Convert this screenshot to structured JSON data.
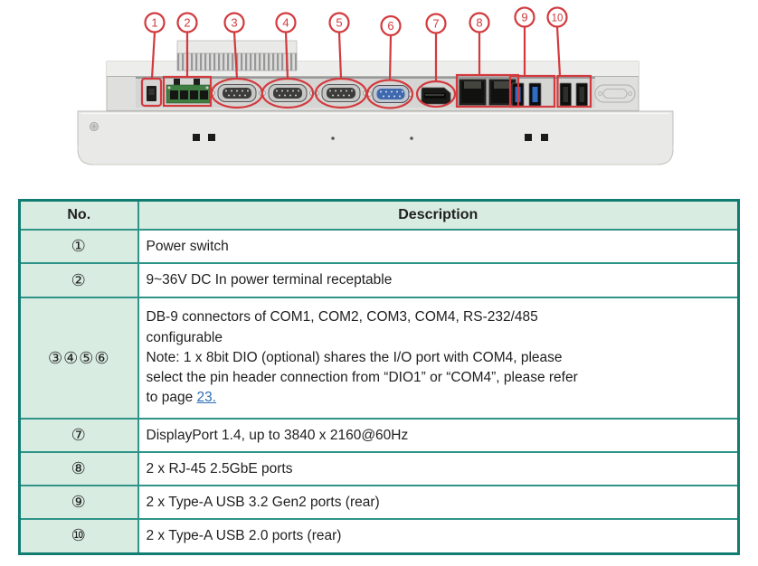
{
  "colors": {
    "annotation_red": "#d23a3e",
    "table_border_inner": "#2f9488",
    "table_border_outer": "#117c70",
    "cell_green": "#d9ece2",
    "link_blue": "#2e6db4",
    "usb3_blue": "#2f6cc4",
    "terminal_green": "#3f7d42",
    "com_blue": "#3f68ae"
  },
  "diagram": {
    "description": "rear I/O panel of industrial panel PC with numbered callouts",
    "callouts": [
      "1",
      "2",
      "3",
      "4",
      "5",
      "6",
      "7",
      "8",
      "9",
      "10"
    ],
    "port_icons": [
      "power-switch-icon",
      "dc-terminal-block-icon",
      "db9-com1-icon",
      "db9-com2-icon",
      "db9-com3-icon",
      "db9-com4-blue-icon",
      "displayport-icon",
      "rj45-lan-icon",
      "usb3-ports-icon",
      "usb2-ports-icon",
      "blank-dsub-cutout-icon"
    ]
  },
  "table": {
    "header": {
      "no": "No.",
      "description": "Description"
    },
    "rows": [
      {
        "no": "①",
        "desc": "Power switch"
      },
      {
        "no": "②",
        "desc": "9~36V DC In power terminal receptable"
      },
      {
        "no": "③④⑤⑥",
        "lines": [
          "DB-9 connectors of COM1, COM2, COM3, COM4, RS-232/485",
          "configurable",
          "Note: 1 x 8bit DIO (optional) shares the I/O port with COM4, please",
          "select the pin header connection from “DIO1” or “COM4”, please refer"
        ],
        "last_prefix": "to page ",
        "link": "23."
      },
      {
        "no": "⑦",
        "desc": "DisplayPort 1.4, up to 3840 x 2160@60Hz"
      },
      {
        "no": "⑧",
        "desc": "2 x RJ-45 2.5GbE ports"
      },
      {
        "no": "⑨",
        "desc": "2 x Type-A USB 3.2 Gen2 ports (rear)"
      },
      {
        "no": "⑩",
        "desc": "2 x Type-A USB 2.0 ports (rear)"
      }
    ]
  }
}
